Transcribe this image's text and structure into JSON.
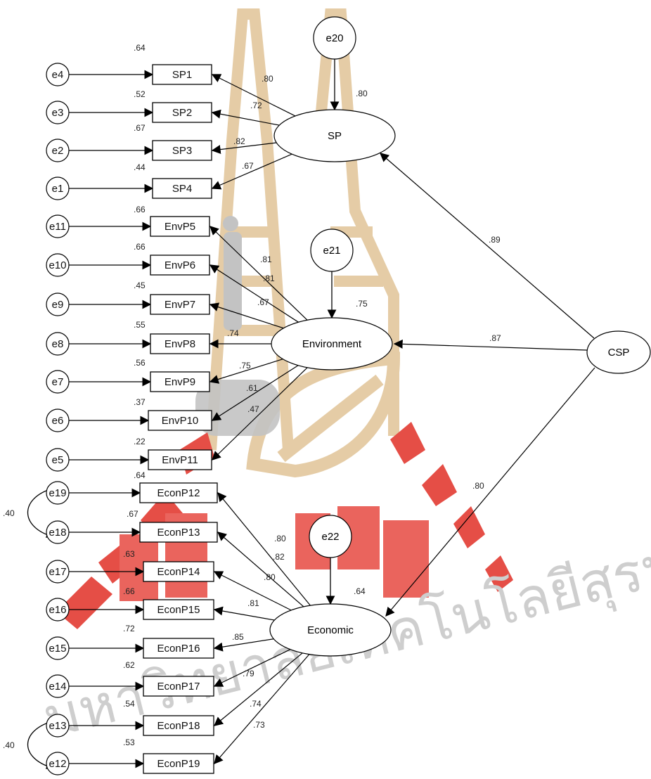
{
  "watermark": {
    "text": "มหาวิทยาลัยเทคโนโลยีสุรนารี",
    "color_red": "#e0372f",
    "color_gold": "#d9b98a",
    "color_gray": "#b5b5b5"
  },
  "latent": {
    "sp": "SP",
    "environment": "Environment",
    "economic": "Economic",
    "csp": "CSP"
  },
  "disturbances": {
    "e20": "e20",
    "e21": "e21",
    "e22": "e22"
  },
  "r2": {
    "sp": ".80",
    "environment": ".75",
    "economic": ".64"
  },
  "structural_paths": {
    "csp_sp": ".89",
    "csp_environment": ".87",
    "csp_economic": ".80"
  },
  "indicators": [
    {
      "error": "e4",
      "name": "SP1",
      "r2": ".64",
      "loading": ".80",
      "factor": "sp"
    },
    {
      "error": "e3",
      "name": "SP2",
      "r2": ".52",
      "loading": ".72",
      "factor": "sp"
    },
    {
      "error": "e2",
      "name": "SP3",
      "r2": ".67",
      "loading": ".82",
      "factor": "sp"
    },
    {
      "error": "e1",
      "name": "SP4",
      "r2": ".44",
      "loading": ".67",
      "factor": "sp"
    },
    {
      "error": "e11",
      "name": "EnvP5",
      "r2": ".66",
      "loading": ".81",
      "factor": "environment"
    },
    {
      "error": "e10",
      "name": "EnvP6",
      "r2": ".66",
      "loading": ".81",
      "factor": "environment"
    },
    {
      "error": "e9",
      "name": "EnvP7",
      "r2": ".45",
      "loading": ".67",
      "factor": "environment"
    },
    {
      "error": "e8",
      "name": "EnvP8",
      "r2": ".55",
      "loading": ".74",
      "factor": "environment"
    },
    {
      "error": "e7",
      "name": "EnvP9",
      "r2": ".56",
      "loading": ".75",
      "factor": "environment"
    },
    {
      "error": "e6",
      "name": "EnvP10",
      "r2": ".37",
      "loading": ".61",
      "factor": "environment"
    },
    {
      "error": "e5",
      "name": "EnvP11",
      "r2": ".22",
      "loading": ".47",
      "factor": "environment"
    },
    {
      "error": "e19",
      "name": "EconP12",
      "r2": ".64",
      "loading": ".80",
      "factor": "economic"
    },
    {
      "error": "e18",
      "name": "EconP13",
      "r2": ".67",
      "loading": ".82",
      "factor": "economic"
    },
    {
      "error": "e17",
      "name": "EconP14",
      "r2": ".63",
      "loading": ".80",
      "factor": "economic"
    },
    {
      "error": "e16",
      "name": "EconP15",
      "r2": ".66",
      "loading": ".81",
      "factor": "economic"
    },
    {
      "error": "e15",
      "name": "EconP16",
      "r2": ".72",
      "loading": ".85",
      "factor": "economic"
    },
    {
      "error": "e14",
      "name": "EconP17",
      "r2": ".62",
      "loading": ".79",
      "factor": "economic"
    },
    {
      "error": "e13",
      "name": "EconP18",
      "r2": ".54",
      "loading": ".74",
      "factor": "economic"
    },
    {
      "error": "e12",
      "name": "EconP19",
      "r2": ".53",
      "loading": ".73",
      "factor": "economic"
    }
  ],
  "correlations": [
    {
      "a": "e19",
      "b": "e18",
      "value": ".40"
    },
    {
      "a": "e13",
      "b": "e12",
      "value": ".40"
    }
  ]
}
